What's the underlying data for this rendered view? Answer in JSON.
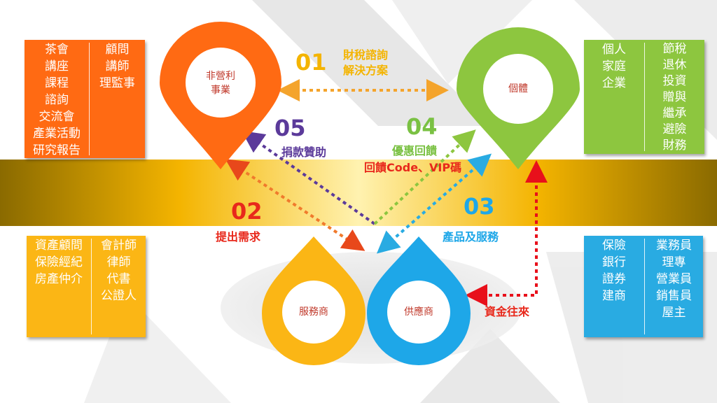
{
  "boxes": {
    "top_left": {
      "color": "#ff6a13",
      "col1": [
        "茶會",
        "講座",
        "課程",
        "諮詢",
        "交流會",
        "產業活動",
        "研究報告"
      ],
      "col2": [
        "顧問",
        "講師",
        "理監事"
      ]
    },
    "top_right": {
      "color": "#8dc63f",
      "col1": [
        "個人",
        "家庭",
        "企業"
      ],
      "col2": [
        "節稅",
        "退休",
        "投資",
        "贈與",
        "繼承",
        "避險",
        "財務"
      ]
    },
    "bottom_left": {
      "color": "#fbb615",
      "col1": [
        "資產顧問",
        "保險經紀",
        "房產仲介"
      ],
      "col2": [
        "會計師",
        "律師",
        "代書",
        "公證人"
      ]
    },
    "bottom_right": {
      "color": "#29abe2",
      "col1": [
        "保險",
        "銀行",
        "證券",
        "建商"
      ],
      "col2": [
        "業務員",
        "理專",
        "營業員",
        "銷售員",
        "屋主"
      ]
    }
  },
  "pins": {
    "nonprofit": {
      "label_line1": "非營利",
      "label_line2": "事業",
      "color": "#ff6a13"
    },
    "individual": {
      "label": "個體",
      "color": "#8dc63f"
    },
    "service": {
      "label": "服務商",
      "color": "#fbb615"
    },
    "supplier": {
      "label": "供應商",
      "color": "#1ea7e8"
    }
  },
  "steps": {
    "s01": {
      "number": "01",
      "line1": "財稅諮詢",
      "line2": "解決方案",
      "color": "#f4b400"
    },
    "s02": {
      "number": "02",
      "text": "提出需求",
      "color": "#e8281b"
    },
    "s03": {
      "number": "03",
      "text": "產品及服務",
      "color": "#1ea7e8"
    },
    "s04": {
      "number": "04",
      "line1": "優惠回饋",
      "line2": "回饋Code、VIP碼",
      "color": "#7ac143",
      "line2_color": "#e8281b"
    },
    "s05": {
      "number": "05",
      "text": "捐款贊助",
      "color": "#5b3a9a"
    },
    "funds": {
      "text": "資金往來",
      "color": "#e8281b"
    }
  }
}
